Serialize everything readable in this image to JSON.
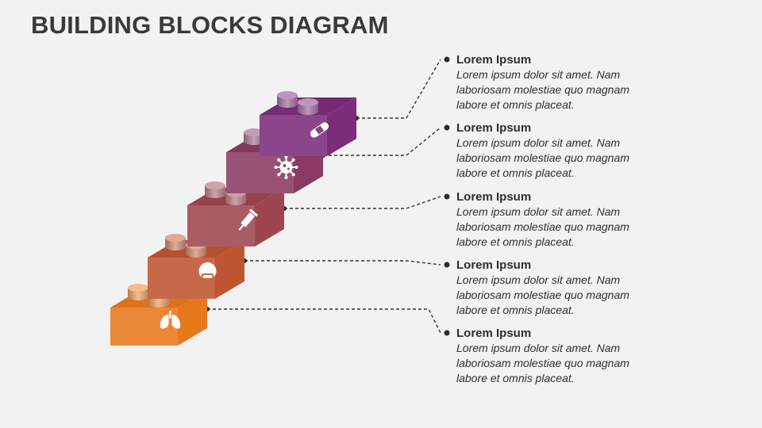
{
  "title": "BUILDING BLOCKS DIAGRAM",
  "items": [
    {
      "heading": "Lorem Ipsum",
      "text": "Lorem ipsum dolor sit amet. Nam laboriosam molestiae quo magnam labore et omnis placeat.",
      "icon": "bandage-icon",
      "color": "#7b2d7b"
    },
    {
      "heading": "Lorem Ipsum",
      "text": "Lorem ipsum dolor sit amet. Nam laboriosam molestiae quo magnam labore et omnis placeat.",
      "icon": "virus-icon",
      "color": "#8a3a63"
    },
    {
      "heading": "Lorem Ipsum",
      "text": "Lorem ipsum dolor sit amet. Nam laboriosam molestiae quo magnam labore et omnis placeat.",
      "icon": "syringe-icon",
      "color": "#9e4650"
    },
    {
      "heading": "Lorem Ipsum",
      "text": "Lorem ipsum dolor sit amet. Nam laboriosam molestiae quo magnam labore et omnis placeat.",
      "icon": "face-mask-icon",
      "color": "#bf5530"
    },
    {
      "heading": "Lorem Ipsum",
      "text": "Lorem ipsum dolor sit amet. Nam laboriosam molestiae quo magnam labore et omnis placeat.",
      "icon": "lungs-icon",
      "color": "#e8781c"
    }
  ]
}
